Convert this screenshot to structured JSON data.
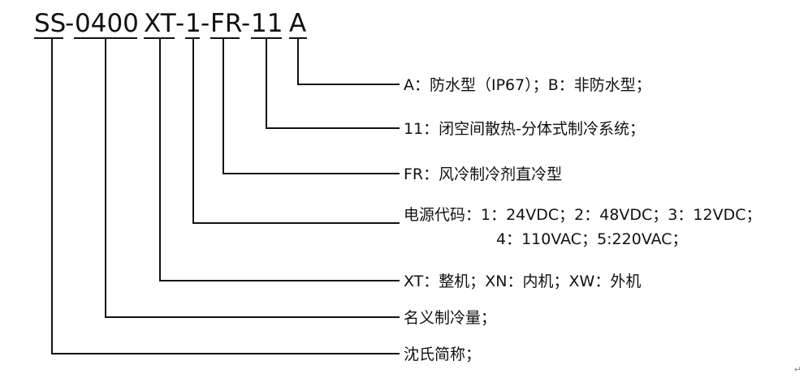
{
  "code": {
    "segments": [
      "SS",
      "0400",
      "XT",
      "1",
      "FR",
      "11",
      "A"
    ],
    "separators": [
      "-",
      " ",
      "-",
      "-",
      "-",
      " "
    ]
  },
  "descriptions": [
    {
      "id": "waterproof",
      "text": "A：防水型（IP67）；B：非防水型；"
    },
    {
      "id": "cooling-structure",
      "text": "11：闭空间散热-分体式制冷系统；"
    },
    {
      "id": "cooling-type",
      "text": "FR：风冷制冷剂直冷型"
    },
    {
      "id": "power-code",
      "text": "电源代码：1：24VDC；2：48VDC；3：12VDC；",
      "text2": "4：110VAC；5:220VAC；"
    },
    {
      "id": "unit-type",
      "text": "XT：整机；XN：内机；XW：外机"
    },
    {
      "id": "capacity",
      "text": "名义制冷量；"
    },
    {
      "id": "brand",
      "text": "沈氏简称；"
    }
  ],
  "paragraph_mark": "↵"
}
